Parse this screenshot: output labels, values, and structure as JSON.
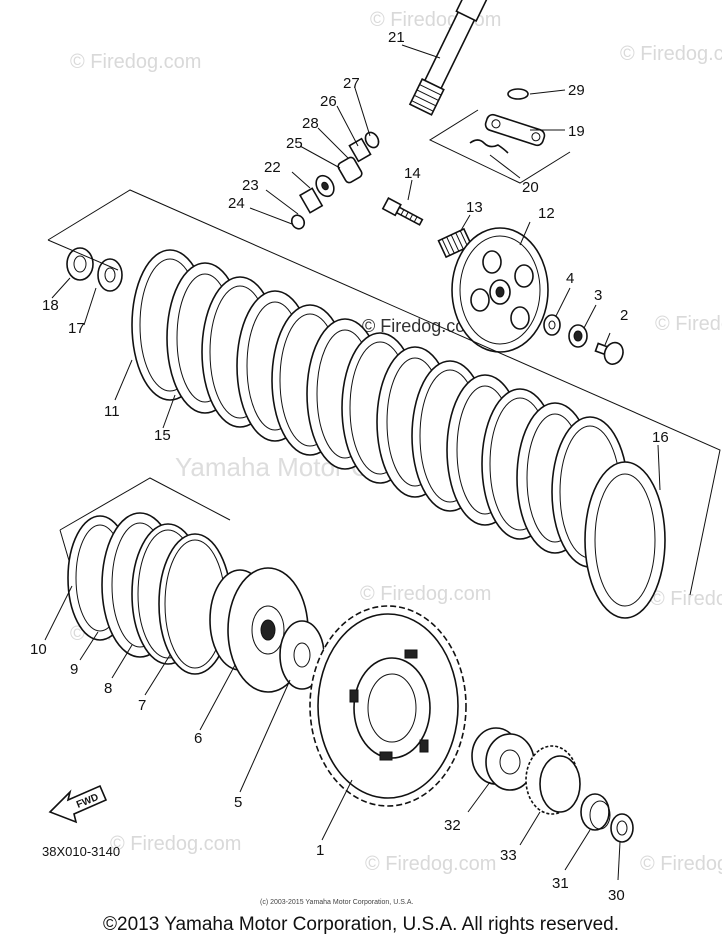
{
  "watermark": {
    "site": "© Firedog.com",
    "brand": "Yamaha Motor Corporation"
  },
  "diagram_code": "38X010-3140",
  "fwd_label": "FWD",
  "small_copyright": "(c) 2003-2015 Yamaha Motor Corporation, U.S.A.",
  "footer_copyright": "©2013 Yamaha Motor Corporation, U.S.A. All rights reserved.",
  "callouts": {
    "c1": "1",
    "c2": "2",
    "c3": "3",
    "c4": "4",
    "c5": "5",
    "c6": "6",
    "c7": "7",
    "c8": "8",
    "c9": "9",
    "c10": "10",
    "c11": "11",
    "c12": "12",
    "c13": "13",
    "c14": "14",
    "c15": "15",
    "c16": "16",
    "c17": "17",
    "c18": "18",
    "c19": "19",
    "c20": "20",
    "c21": "21",
    "c22": "22",
    "c23": "23",
    "c24": "24",
    "c25": "25",
    "c26": "26",
    "c27": "27",
    "c28": "28",
    "c29": "29",
    "c30": "30",
    "c31": "31",
    "c32": "32",
    "c33": "33"
  }
}
